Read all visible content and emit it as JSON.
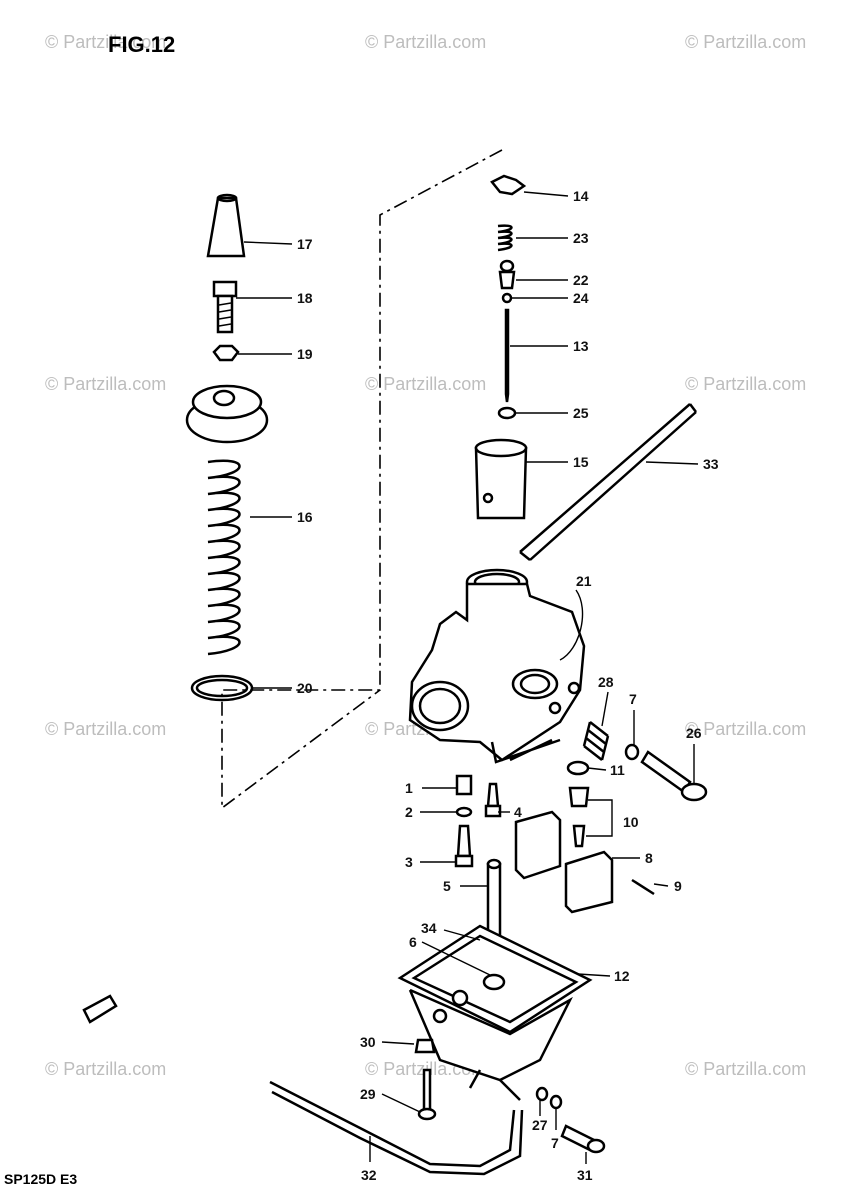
{
  "figure_title": "FIG.12",
  "model_code": "SP125D E3",
  "watermark": "© Partzilla.com",
  "labels": {
    "p1": "1",
    "p2": "2",
    "p3": "3",
    "p4": "4",
    "p5": "5",
    "p6": "6",
    "p7a": "7",
    "p7b": "7",
    "p8": "8",
    "p9": "9",
    "p10": "10",
    "p11": "11",
    "p12": "12",
    "p13": "13",
    "p14": "14",
    "p15": "15",
    "p16": "16",
    "p17": "17",
    "p18": "18",
    "p19": "19",
    "p20": "20",
    "p21": "21",
    "p22": "22",
    "p23": "23",
    "p24": "24",
    "p25": "25",
    "p26": "26",
    "p27": "27",
    "p28": "28",
    "p29": "29",
    "p30": "30",
    "p31": "31",
    "p32": "32",
    "p33": "33",
    "p34": "34"
  }
}
